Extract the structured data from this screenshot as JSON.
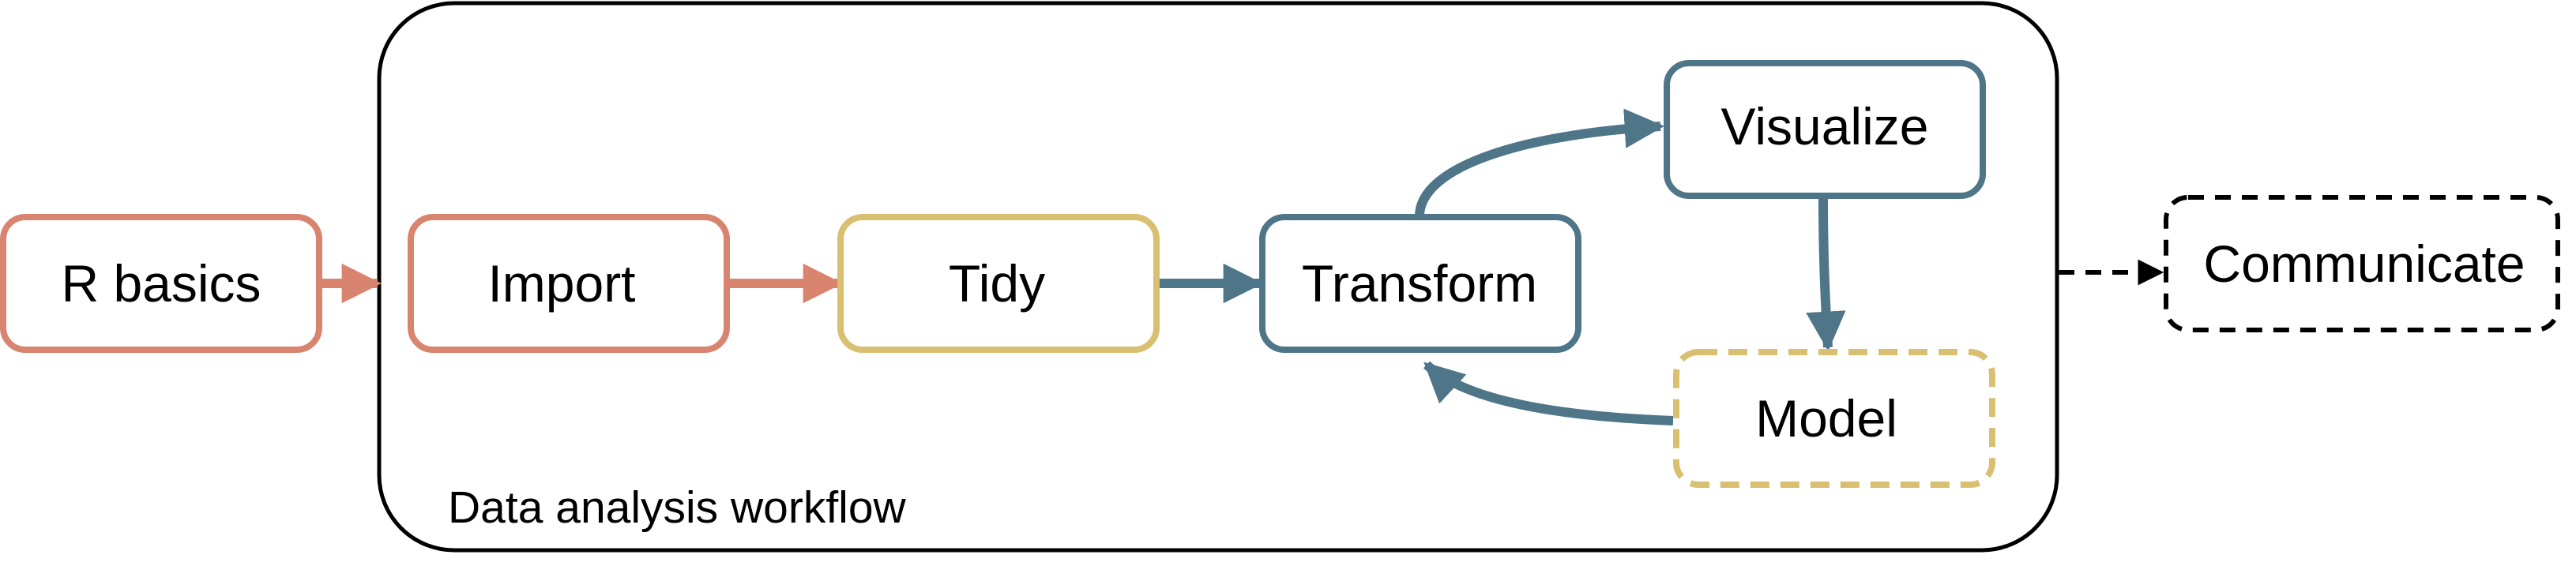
{
  "workflow": {
    "title": "Data analysis workflow"
  },
  "nodes": {
    "r_basics": "R basics",
    "import": "Import",
    "tidy": "Tidy",
    "transform": "Transform",
    "visualize": "Visualize",
    "model": "Model",
    "communicate": "Communicate"
  },
  "colors": {
    "salmon": "#d9846f",
    "mustard": "#d9bf70",
    "slate": "#4f7589",
    "black": "#000000"
  },
  "edges": [
    {
      "from": "r_basics",
      "to": "workflow",
      "color": "salmon",
      "style": "solid"
    },
    {
      "from": "import",
      "to": "tidy",
      "color": "salmon",
      "style": "solid"
    },
    {
      "from": "tidy",
      "to": "transform",
      "color": "slate",
      "style": "solid"
    },
    {
      "from": "transform",
      "to": "visualize",
      "color": "slate",
      "style": "solid"
    },
    {
      "from": "visualize",
      "to": "model",
      "color": "slate",
      "style": "solid"
    },
    {
      "from": "model",
      "to": "transform",
      "color": "slate",
      "style": "solid"
    },
    {
      "from": "workflow",
      "to": "communicate",
      "color": "black",
      "style": "dashed"
    }
  ]
}
